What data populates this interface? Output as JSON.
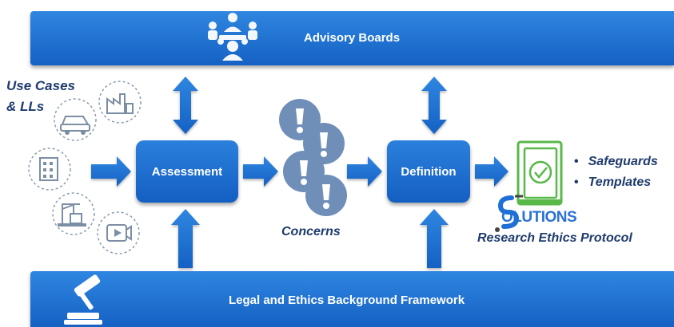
{
  "diagram": {
    "advisory_boards": "Advisory Boards",
    "legal_framework": "Legal and Ethics Background Framework",
    "use_cases_line1": "Use Cases",
    "use_cases_line2": "& LLs",
    "assessment": "Assessment",
    "concerns": "Concerns",
    "definition": "Definition",
    "outputs": [
      "Safeguards",
      "Templates"
    ],
    "logo": "OLUTIONS",
    "logo_letter": "S",
    "protocol": "Research Ethics Protocol"
  },
  "icons": {
    "advisory": "people-meeting-icon",
    "legal": "gavel-icon",
    "use_cases": [
      "car-charging-icon",
      "factory-icon",
      "building-icon",
      "port-crane-icon",
      "video-camera-icon"
    ],
    "concerns": "exclamation-icon",
    "protocol": "checklist-book-icon"
  },
  "colors": {
    "primary_blue": "#1f6fd6",
    "dark_blue_text": "#1f3b6e",
    "concern_gray": "#6f8fb8",
    "book_green": "#58b848"
  }
}
